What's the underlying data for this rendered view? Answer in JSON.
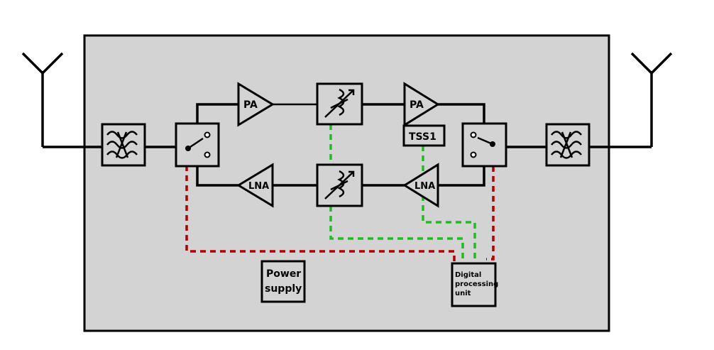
{
  "blocks": {
    "pa_top": "PA",
    "pa_right": "PA",
    "lna_left": "LNA",
    "lna_right": "LNA",
    "tss": "TSS1",
    "power_supply": [
      "Power",
      "supply"
    ],
    "dpu": [
      "Digital",
      "processing",
      "unit"
    ]
  },
  "colors": {
    "enclosure": "#d3d3d3",
    "control_red": "#b30000",
    "control_green": "#22bb22",
    "line": "#000000"
  },
  "icons": {
    "antenna": "antenna-icon",
    "filter": "bandpass-filter-icon",
    "switch": "rf-switch-icon",
    "phase_shifter": "variable-phase-shifter-icon"
  }
}
